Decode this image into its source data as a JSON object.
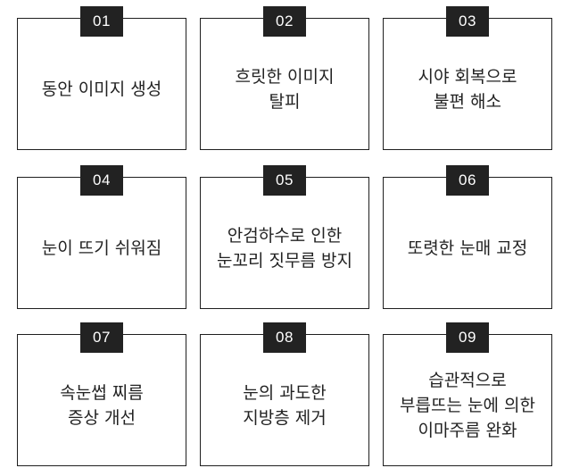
{
  "cards": [
    {
      "number": "01",
      "lines": [
        "동안 이미지 생성"
      ]
    },
    {
      "number": "02",
      "lines": [
        "흐릿한 이미지",
        "탈피"
      ]
    },
    {
      "number": "03",
      "lines": [
        "시야 회복으로",
        "불편 해소"
      ]
    },
    {
      "number": "04",
      "lines": [
        "눈이 뜨기 쉬워짐"
      ]
    },
    {
      "number": "05",
      "lines": [
        "안검하수로 인한",
        "눈꼬리 짓무름 방지"
      ]
    },
    {
      "number": "06",
      "lines": [
        "또렷한 눈매 교정"
      ]
    },
    {
      "number": "07",
      "lines": [
        "속눈썹 찌름",
        "증상 개선"
      ]
    },
    {
      "number": "08",
      "lines": [
        "눈의 과도한",
        "지방층 제거"
      ]
    },
    {
      "number": "09",
      "lines": [
        "습관적으로",
        "부릅뜨는 눈에 의한",
        "이마주름 완화"
      ]
    }
  ]
}
